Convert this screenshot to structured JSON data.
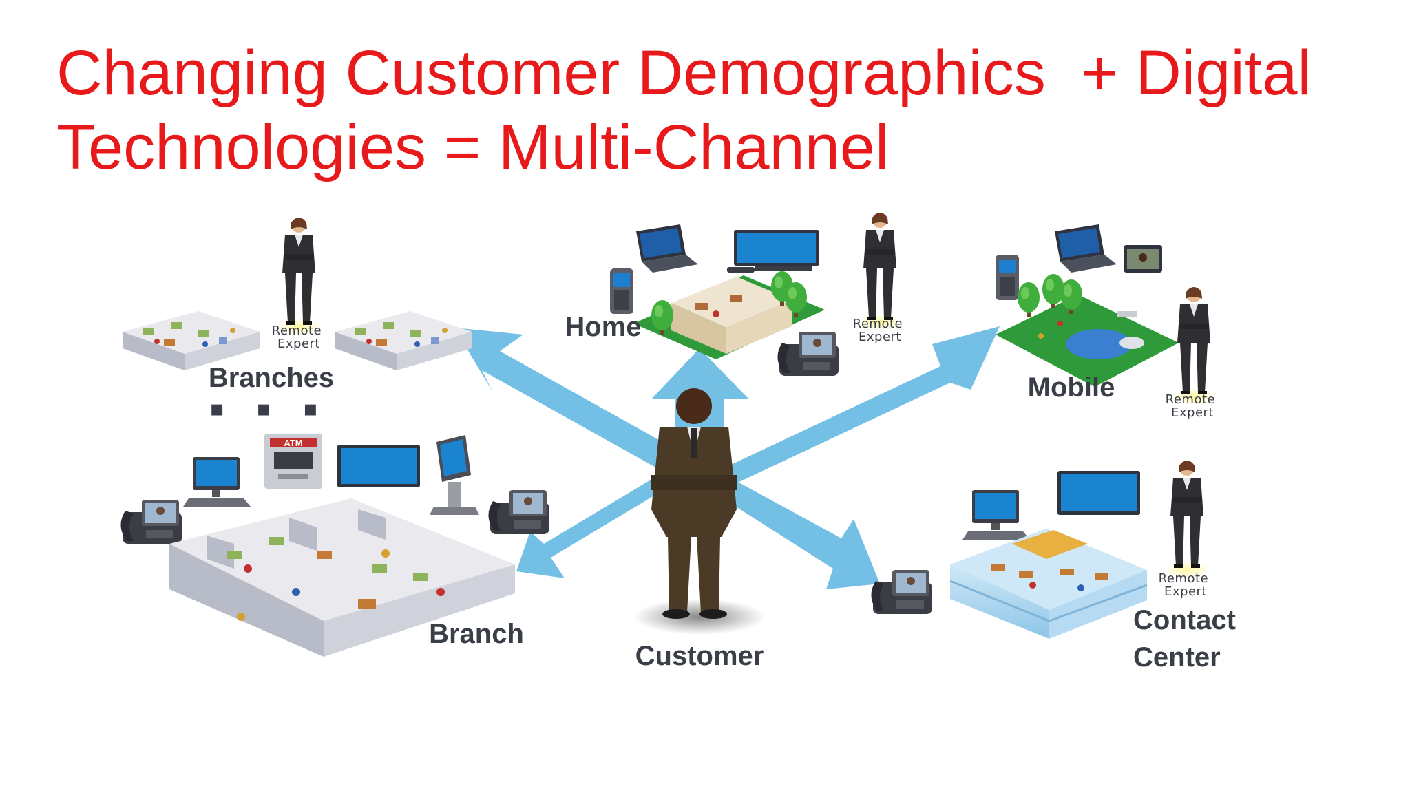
{
  "title": {
    "line1": "Changing Customer Demographics  + Digital",
    "line2": "Technologies = Multi-Channel"
  },
  "channels": {
    "branches": "Branches",
    "home": "Home",
    "mobile": "Mobile",
    "branch": "Branch",
    "customer": "Customer",
    "contact_center_line1": "Contact",
    "contact_center_line2": "Center"
  },
  "remote_expert": {
    "line1": "Remote",
    "line2": "Expert"
  },
  "atm_label": "ATM",
  "ellipsis": "▪ ▪ ▪",
  "colors": {
    "title": "#e8191b",
    "label": "#3a3f47",
    "arrow": "#5cb4e0",
    "grass": "#2e9a3a",
    "tree": "#3fae3c",
    "suit_woman": "#2f2f33",
    "suit_man": "#4a3a26",
    "skin_man": "#4a2a18",
    "skin_woman": "#e2b98f",
    "screen": "#1a84d0",
    "device": "#3b3d44",
    "floor": "#e9e9ee",
    "wall": "#b8bcc8",
    "building_glass": "#a9d3ee",
    "water": "#3a7fd0",
    "highlight": "#fff27a"
  }
}
